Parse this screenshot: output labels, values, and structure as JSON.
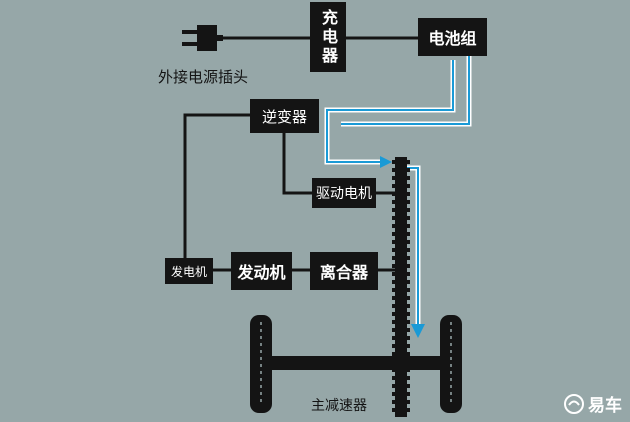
{
  "labels": {
    "external_plug": "外接电源插头",
    "charger": "充电器",
    "battery_pack": "电池组",
    "inverter": "逆变器",
    "drive_motor": "驱动电机",
    "generator": "发电机",
    "engine": "发动机",
    "clutch": "离合器",
    "final_drive": "主减速器"
  },
  "watermark": {
    "text": "易车"
  },
  "colors": {
    "background": "#96a7a8",
    "box_fill": "#141414",
    "box_text": "#ffffff",
    "line": "#141414",
    "flow_arrow": "#1a9ad6"
  }
}
